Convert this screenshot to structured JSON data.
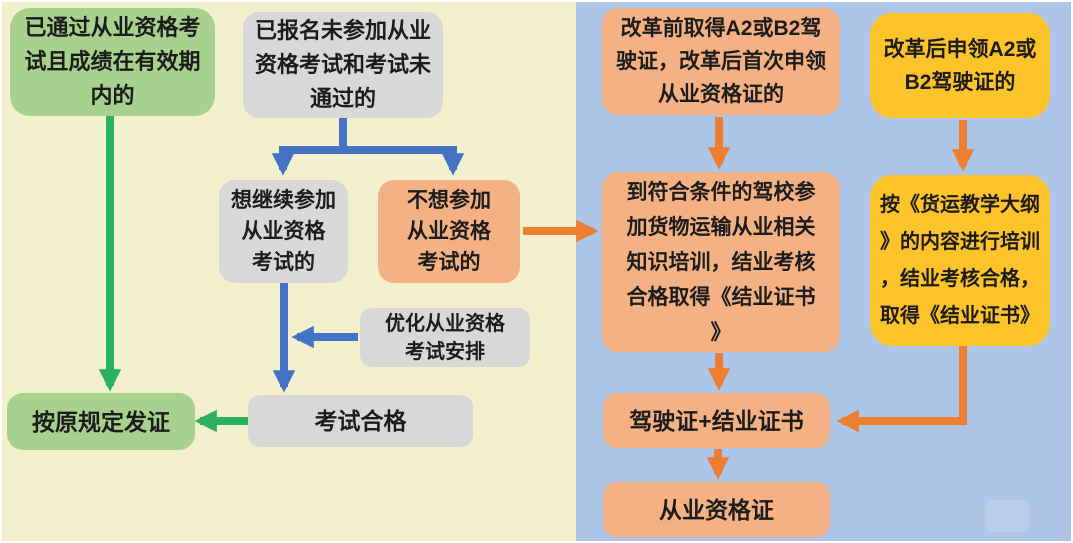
{
  "diagram": {
    "type": "flowchart",
    "nodes": {
      "passed_valid": {
        "label": "已通过从业资格考\n试且成绩在有效期\n内的",
        "style": "green"
      },
      "registered_not_taken": {
        "label": "已报名未参加从业\n资格考试和考试未\n通过的",
        "style": "gray"
      },
      "want_continue": {
        "label": "想继续参加\n从业资格\n考试的",
        "style": "gray"
      },
      "not_want": {
        "label": "不想参加\n从业资格\n考试的",
        "style": "orange"
      },
      "optimize": {
        "label": "优化从业资格\n考试安排",
        "style": "gray"
      },
      "exam_pass": {
        "label": "考试合格",
        "style": "gray"
      },
      "issue_old_rule": {
        "label": "按原规定发证",
        "style": "green"
      },
      "pre_reform_license": {
        "label": "改革前取得A2或B2驾\n驶证，改革后首次申领\n从业资格证的",
        "style": "orange"
      },
      "post_reform_license": {
        "label": "改革后申领A2或\nB2驾驶证的",
        "style": "yellow"
      },
      "driving_school_training": {
        "label": "到符合条件的驾校参\n加货物运输从业相关\n知识培训，结业考核\n合格取得《结业证书\n》",
        "style": "orange"
      },
      "syllabus_training": {
        "label": "按《货运教学大纲\n》的内容进行培训\n，结业考核合格，\n取得《结业证书》",
        "style": "yellow"
      },
      "license_plus_certificate": {
        "label": "驾驶证+结业证书",
        "style": "orange"
      },
      "qualification_certificate": {
        "label": "从业资格证",
        "style": "orange"
      }
    },
    "edges": [
      {
        "from": "passed_valid",
        "to": "issue_old_rule",
        "color": "green"
      },
      {
        "from": "registered_not_taken",
        "to": "want_continue",
        "color": "blue"
      },
      {
        "from": "registered_not_taken",
        "to": "not_want",
        "color": "blue"
      },
      {
        "from": "want_continue",
        "to": "exam_pass",
        "color": "blue"
      },
      {
        "from": "optimize",
        "to": "exam_pass",
        "color": "blue"
      },
      {
        "from": "exam_pass",
        "to": "issue_old_rule",
        "color": "green"
      },
      {
        "from": "not_want",
        "to": "driving_school_training",
        "color": "orange"
      },
      {
        "from": "pre_reform_license",
        "to": "driving_school_training",
        "color": "orange"
      },
      {
        "from": "driving_school_training",
        "to": "license_plus_certificate",
        "color": "orange"
      },
      {
        "from": "post_reform_license",
        "to": "syllabus_training",
        "color": "orange"
      },
      {
        "from": "syllabus_training",
        "to": "license_plus_certificate",
        "color": "orange"
      },
      {
        "from": "license_plus_certificate",
        "to": "qualification_certificate",
        "color": "orange"
      }
    ],
    "colors": {
      "background_left": "#f3f0cd",
      "background_right": "#adc6e7",
      "green_node": "#a9d18e",
      "gray_node": "#d8d8d8",
      "orange_node": "#f4b183",
      "yellow_node": "#fcc32b",
      "green_arrow": "#2bb05e",
      "blue_arrow": "#4472c4",
      "orange_arrow": "#ed7d31",
      "text": "#1c1c1c",
      "frame": "#ffffff"
    }
  }
}
